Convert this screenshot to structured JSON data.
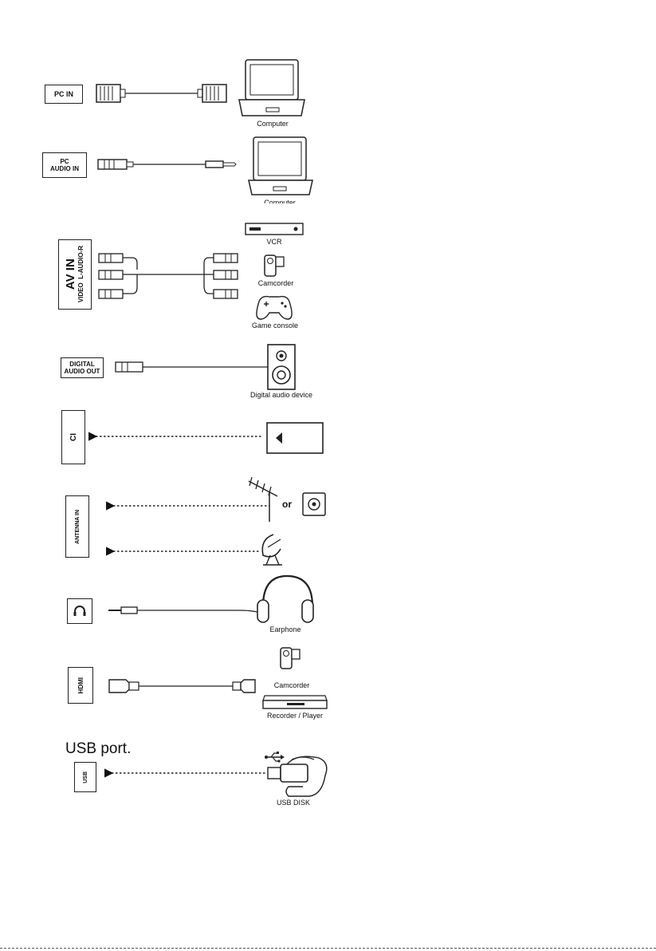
{
  "ports": {
    "pc_in": "PC IN",
    "pc_audio_in_line1": "PC",
    "pc_audio_in_line2": "AUDIO IN",
    "av_in_title": "AV IN",
    "av_in_sub": "VIDEO  L-AUDIO-R",
    "digital_audio_out_line1": "DIGITAL",
    "digital_audio_out_line2": "AUDIO OUT",
    "ci": "CI",
    "antenna_in": "ANTENNA IN",
    "hdmi": "HDMI",
    "usb": "USB"
  },
  "devices": {
    "computer_1": "Computer",
    "computer_2": "Computer",
    "vcr": "VCR",
    "camcorder_1": "Camcorder",
    "game_console": "Game console",
    "digital_audio_device": "Digital audio device",
    "earphone": "Earphone",
    "camcorder_2": "Camcorder",
    "recorder_player": "Recorder / Player",
    "usb_disk": "USB DISK"
  },
  "misc": {
    "or_text": "or",
    "usb_port_title": "USB port."
  },
  "icons": [
    "vga-connector-icon",
    "laptop-icon",
    "audio-jack-icon",
    "rca-plug-icon",
    "vcr-icon",
    "camcorder-icon",
    "gamepad-icon",
    "speaker-icon",
    "ci-card-icon",
    "antenna-icon",
    "coax-socket-icon",
    "satellite-dish-icon",
    "headphone-port-icon",
    "headphones-icon",
    "hdmi-plug-icon",
    "blu-ray-player-icon",
    "usb-symbol-icon",
    "usb-stick-icon"
  ]
}
